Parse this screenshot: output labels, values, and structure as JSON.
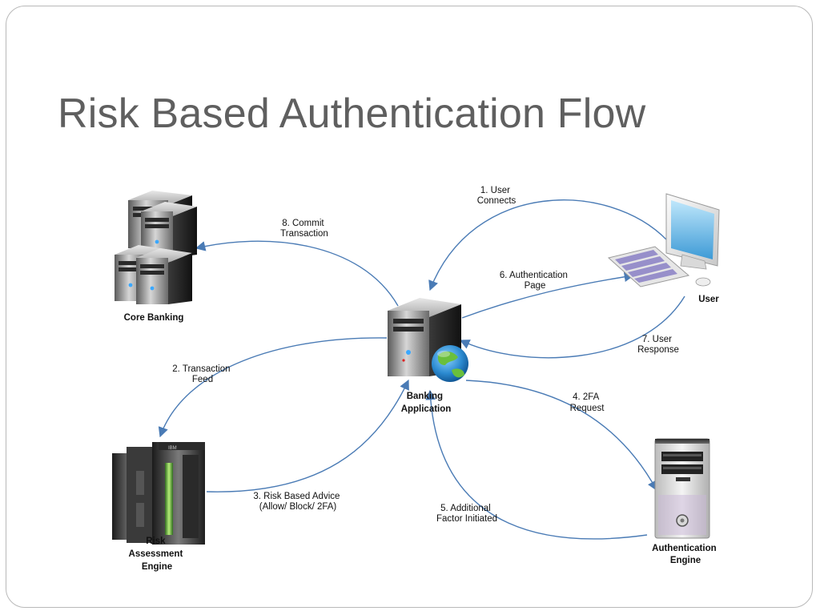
{
  "title": "Risk Based Authentication Flow",
  "colors": {
    "arrow": "#4a7bb5",
    "title": "#5f5f5f",
    "frame": "#b9b9b9"
  },
  "nodes": {
    "core_banking": {
      "label": [
        "Core Banking"
      ],
      "icon": "server-stack-icon"
    },
    "user": {
      "label": [
        "User"
      ],
      "icon": "desktop-computer-icon"
    },
    "banking_application": {
      "label": [
        "Banking",
        "Application"
      ],
      "icon": "server-with-globe-icon"
    },
    "risk_engine": {
      "label": [
        "Risk",
        "Assessment",
        "Engine"
      ],
      "icon": "mainframe-icon"
    },
    "auth_engine": {
      "label": [
        "Authentication",
        "Engine"
      ],
      "icon": "tower-pc-icon"
    }
  },
  "edges": [
    {
      "id": "e1",
      "label": [
        "1. User",
        "Connects"
      ]
    },
    {
      "id": "e2",
      "label": [
        "2. Transaction",
        "Feed"
      ]
    },
    {
      "id": "e3",
      "label": [
        "3. Risk Based Advice",
        "(Allow/ Block/ 2FA)"
      ]
    },
    {
      "id": "e4",
      "label": [
        "4. 2FA",
        "Request"
      ]
    },
    {
      "id": "e5",
      "label": [
        "5. Additional",
        "Factor Initiated"
      ]
    },
    {
      "id": "e6",
      "label": [
        "6. Authentication",
        "Page"
      ]
    },
    {
      "id": "e7",
      "label": [
        "7. User",
        "Response"
      ]
    },
    {
      "id": "e8",
      "label": [
        "8. Commit",
        "Transaction"
      ]
    }
  ]
}
